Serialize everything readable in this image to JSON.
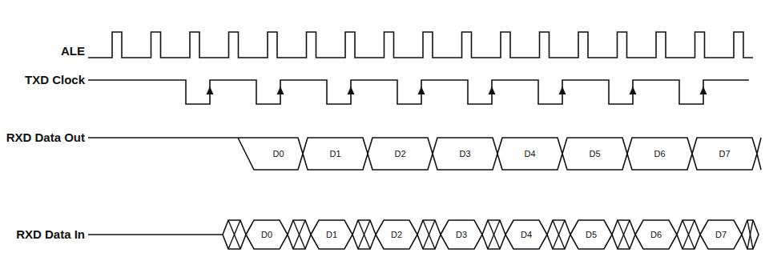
{
  "diagram": {
    "labels": [
      "ALE",
      "TXD Clock",
      "RXD Data Out",
      "RXD Data In",
      "D0",
      "D1",
      "D2",
      "D3",
      "D4",
      "D5",
      "D6",
      "D7",
      "D0",
      "D1",
      "D2",
      "D3",
      "D4",
      "D5",
      "D6",
      "D7"
    ]
  }
}
